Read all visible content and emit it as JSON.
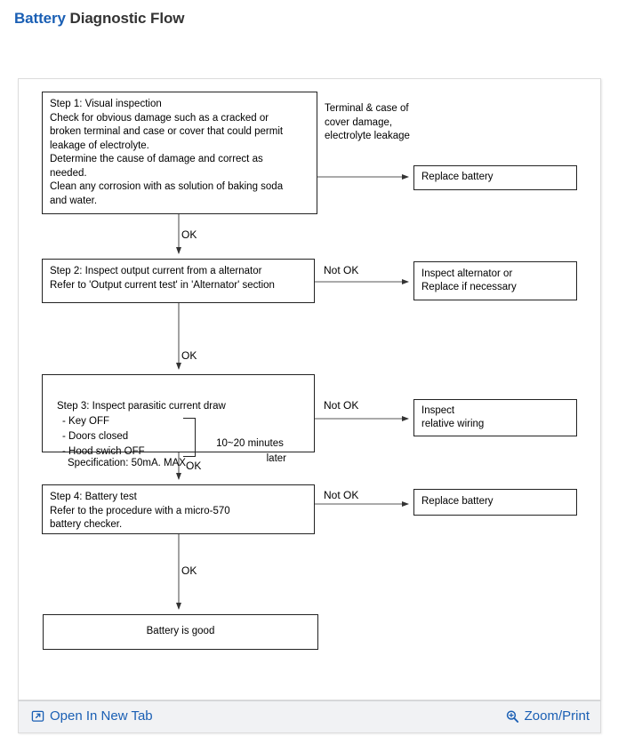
{
  "header": {
    "title_accent": "Battery",
    "title_rest": " Diagnostic Flow"
  },
  "theme": {
    "accent": "#1a5fb4",
    "title_color": "#333333",
    "panel_border": "#dcdcdc",
    "box_border": "#222222",
    "footer_bg": "#f1f2f4",
    "line_color": "#444444"
  },
  "diagram": {
    "type": "flowchart",
    "steps": [
      {
        "id": "step1",
        "text": "Step 1: Visual inspection\nCheck for obvious damage such as a cracked or\nbroken terminal and case or cover that could permit\nleakage of electrolyte.\nDetermine the cause of damage and correct as\nneeded.\nClean any corrosion with as solution of baking soda\nand water."
      },
      {
        "id": "step2",
        "text": "Step 2: Inspect output current from a alternator\nRefer to 'Output current test' in 'Alternator' section"
      },
      {
        "id": "step3",
        "heading": "Step 3: Inspect parasitic current draw",
        "bullets": "- Key OFF\n- Doors closed\n- Hood swich OFF",
        "spec": "Specification: 50mA. MAX",
        "timer_line1": "10~20 minutes",
        "timer_line2": "later"
      },
      {
        "id": "step4",
        "text": "Step 4: Battery test\nRefer to the procedure with a micro-570\nbattery checker."
      }
    ],
    "result_box": "Battery is good",
    "outcomes": [
      {
        "id": "replace-battery-1",
        "text": "Replace battery"
      },
      {
        "id": "inspect-alternator",
        "text": "Inspect alternator or\nReplace if necessary"
      },
      {
        "id": "inspect-wiring",
        "text": "Inspect\nrelative wiring"
      },
      {
        "id": "replace-battery-2",
        "text": "Replace battery"
      }
    ],
    "annotations": {
      "terminal_note": "Terminal  &  case of\ncover damage,\nelectrolyte leakage"
    },
    "edge_labels": {
      "ok_1": "OK",
      "ok_2": "OK",
      "ok_3": "OK",
      "ok_4": "OK",
      "not_ok_2": "Not OK",
      "not_ok_3": "Not OK",
      "not_ok_4": "Not OK"
    }
  },
  "footer": {
    "open_new_tab": "Open In New Tab",
    "zoom_print": "Zoom/Print",
    "open_new_tab_icon": "external-link-icon",
    "zoom_print_icon": "magnifier-plus-icon"
  }
}
